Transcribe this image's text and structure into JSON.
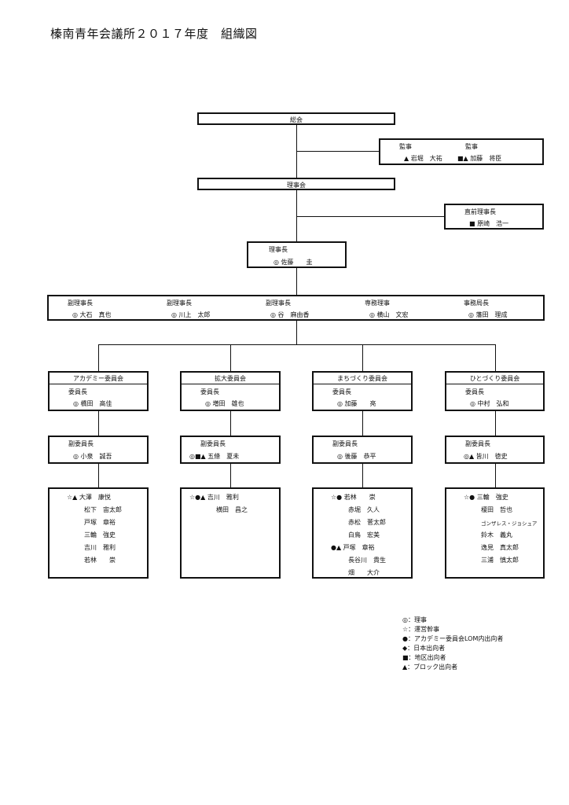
{
  "title": "榛南青年会議所２０１７年度　組織図",
  "general_assembly": "総会",
  "auditors": {
    "header1": "監事",
    "header2": "監事",
    "member1": "▲ 岩堀　大祐",
    "member2": "■▲ 加藤　将臣"
  },
  "board": "理事会",
  "prev_president": {
    "header": "直前理事長",
    "member": "■ 原崎　浩一"
  },
  "president": {
    "header": "理事長",
    "member": "◎ 佐藤　　圭"
  },
  "executives": [
    {
      "role": "副理事長",
      "member": "◎ 大石　真也"
    },
    {
      "role": "副理事長",
      "member": "◎ 川上　太郎"
    },
    {
      "role": "副理事長",
      "member": "◎ 谷　麻由香"
    },
    {
      "role": "専務理事",
      "member": "◎ 横山　文宏"
    },
    {
      "role": "事務局長",
      "member": "◎ 藩田　理成"
    }
  ],
  "committees": [
    {
      "name": "アカデミー委員会",
      "chair_label": "委員長",
      "chair": "◎ 橋田　高佳",
      "vice_label": "副委員長",
      "vice": "◎ 小泉　誠吾",
      "members": [
        "☆▲ 大澤　康悦",
        "松下　宙太郎",
        "戸塚　章裕",
        "三輪　強史",
        "吉川　雅利",
        "若林　　崇"
      ]
    },
    {
      "name": "拡大委員会",
      "chair_label": "委員長",
      "chair": "◎ 増田　雄也",
      "vice_label": "副委員長",
      "vice": "◎■▲ 五條　夏未",
      "members": [
        "☆●▲ 吉川　雅利",
        "横田　昌之"
      ]
    },
    {
      "name": "まちづくり委員会",
      "chair_label": "委員長",
      "chair": "◎ 加藤　　亮",
      "vice_label": "副委員長",
      "vice": "◎ 後藤　恭平",
      "members": [
        "☆● 若林　　崇",
        "赤堀　久人",
        "赤松　菅太郎",
        "白鳥　宏美",
        "●▲ 戸塚　章裕",
        "長谷川　貴生",
        "畑　　大介"
      ]
    },
    {
      "name": "ひとづくり委員会",
      "chair_label": "委員長",
      "chair": "◎ 中村　弘和",
      "vice_label": "副委員長",
      "vice": "◎▲ 皆川　徳史",
      "members": [
        "☆● 三輪　強史",
        "榎田　哲也",
        "ゴンザレス・ジョシュア",
        "鈴木　義丸",
        "逸見　真太郎",
        "三浦　慎太郎"
      ]
    }
  ],
  "legend": [
    "◎：理事",
    "☆：運営幹事",
    "●：アカデミー委員会LOM内出向者",
    "◆：日本出向者",
    "■：地区出向者",
    "▲：ブロック出向者"
  ]
}
